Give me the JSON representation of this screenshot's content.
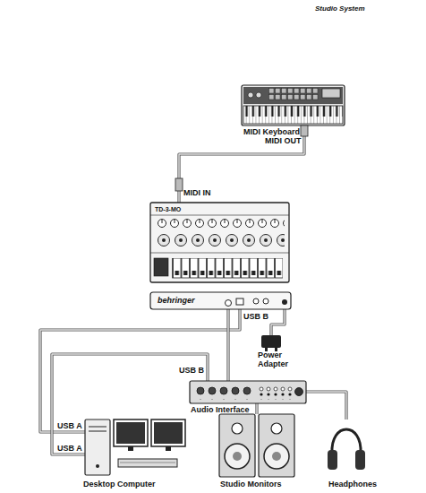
{
  "diagram": {
    "title": "Studio System",
    "nodes": [
      {
        "text": [
          "MIDI Keyboard"
        ]
      },
      {
        "text": [
          "TD-3-MO"
        ]
      },
      {
        "text": [
          "behringer"
        ]
      },
      {
        "text": [
          "Power Adapter"
        ]
      },
      {
        "text": [
          "Audio Interface"
        ]
      },
      {
        "text": [
          "Desktop Computer"
        ]
      },
      {
        "text": [
          "Studio Monitors"
        ]
      },
      {
        "text": [
          "Headphones"
        ]
      }
    ],
    "edges": [
      {
        "from": 0,
        "to": 1,
        "arrow": "none"
      },
      {
        "from": 2,
        "to": 5,
        "arrow": "none"
      },
      {
        "from": 3,
        "to": 2,
        "arrow": "none"
      },
      {
        "from": 2,
        "to": 4,
        "arrow": "none"
      },
      {
        "from": 4,
        "to": 5,
        "arrow": "none"
      },
      {
        "from": 4,
        "to": 6,
        "arrow": "none"
      },
      {
        "from": 4,
        "to": 7,
        "arrow": "none"
      }
    ],
    "labels": [
      "MIDI OUT",
      "MIDI IN",
      "USB B",
      "USB B",
      "USB A",
      "USB A"
    ]
  }
}
